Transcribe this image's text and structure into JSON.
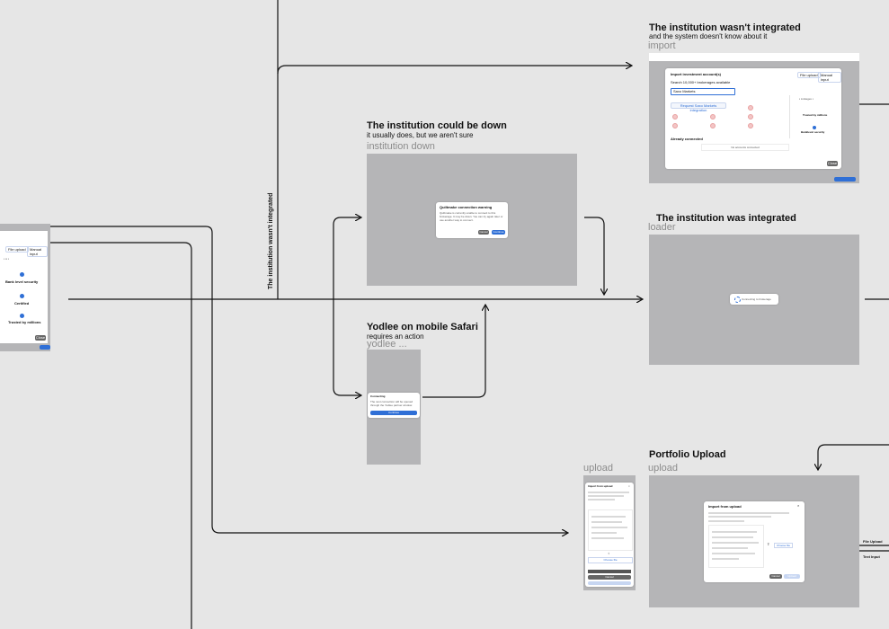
{
  "frames": {
    "import": {
      "title": "The institution wasn't integrated",
      "subtitle": "and the system doesn't know about it",
      "label": "import",
      "modal_title": "Import investment account(s)",
      "search_label": "Search 10,000+ brokerages available",
      "search_value": "Saxo Markets",
      "file_upload": "File upload",
      "manual_input": "Manual input",
      "request_chip": "Request Saxo Markets integration",
      "already_connected": "Already connected",
      "no_accounts": "No accounts connected",
      "trusted": "Trusted by millions",
      "security": "Banklevel security",
      "close": "Close"
    },
    "down": {
      "title": "The institution could be down",
      "subtitle": "it usually does, but we aren't sure",
      "label": "institution down",
      "modal_title": "Quiltmake connection warning",
      "modal_text": "Quiltmake is currently unable to connect to this brokerage. It may be down. You can try again later or use another way to connect.",
      "cancel": "Cancel",
      "continue": "Continue"
    },
    "loader": {
      "title": "The institution was integrated",
      "label": "loader",
      "loading_text": "Connecting to brokerage"
    },
    "yodlee": {
      "title": "Yodlee on mobile Safari",
      "subtitle": "requires an action",
      "label": "yodlee ...",
      "modal_title": "Connecting",
      "modal_text": "The next connection will be opened through the Yodlee partner window.",
      "button": "Continue"
    },
    "portfolio": {
      "title": "Portfolio Upload",
      "label": "upload",
      "modal_title": "Import from upload",
      "choose": "Choose file",
      "cancel": "Cancel",
      "upload": "Upload"
    },
    "mobile_upload": {
      "label": "upload",
      "modal_title": "Import from upload",
      "choose": "Choose file",
      "cancel": "Cancel"
    },
    "left_partial": {
      "file_upload": "File upload",
      "manual_input": "Manual input",
      "security": "Bank level security",
      "certified": "Certified",
      "trusted": "Trusted by millions",
      "close": "Close"
    }
  },
  "connectors": {
    "not_integrated": "The institution wasn't integrated",
    "file_upload": "File Upload",
    "text_input": "Text Input"
  },
  "colors": {
    "canvas": "#e6e6e6",
    "frame_fill": "#b5b5b7",
    "accent": "#2f6fd6",
    "line": "#111111"
  }
}
